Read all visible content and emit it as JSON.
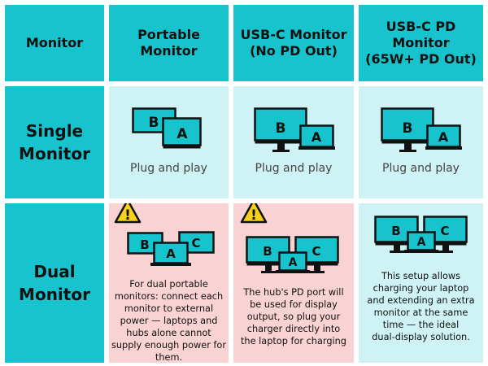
{
  "headers": {
    "monitor": "Monitor",
    "portable": "Portable\nMonitor",
    "usbc_no_pd": "USB-C Monitor\n(No PD Out)",
    "usbc_pd": "USB-C PD\nMonitor\n(65W+ PD Out)"
  },
  "rows": {
    "single": "Single\nMonitor",
    "dual": "Dual\nMonitor"
  },
  "single": {
    "portable": "Plug and play",
    "usbc_no_pd": "Plug and play",
    "usbc_pd": "Plug and play"
  },
  "dual": {
    "portable": "For dual portable\nmonitors: connect each\nmonitor to external\npower — laptops and\nhubs alone cannot\nsupply enough power for\nthem.",
    "usbc_no_pd": "The hub's PD port will\nbe used for display\noutput, so plug your\ncharger directly into\nthe laptop for charging",
    "usbc_pd": "This setup allows\ncharging your laptop\nand extending an extra\nmonitor at the same\ntime — the ideal\ndual-display solution."
  },
  "screen_labels": {
    "a": "A",
    "b": "B",
    "c": "C"
  },
  "warning_symbol": "!",
  "icons": [
    "warning-triangle-icon",
    "portable-monitor-icon",
    "desktop-monitor-icon",
    "laptop-icon"
  ],
  "colors": {
    "header_bg": "#17c3cc",
    "single_bg": "#cff3f5",
    "dual_warning_bg": "#f9d2d3",
    "screen": "#17c3cc",
    "outline": "#111111",
    "warning": "#f7d117"
  }
}
